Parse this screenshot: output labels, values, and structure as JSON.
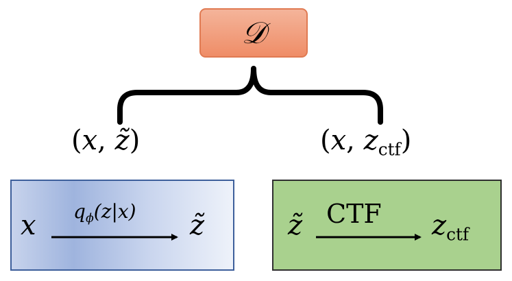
{
  "top_node": {
    "label": "𝒟"
  },
  "pairs": {
    "left": {
      "open": "(",
      "x": "x",
      "sep": ", ",
      "z": "z̃",
      "close": ")"
    },
    "right": {
      "open": "(",
      "x": "x",
      "sep": ", ",
      "z": "z",
      "z_sub": "ctf",
      "close": ")"
    }
  },
  "left_box": {
    "source": "x",
    "arrow_label_q": "q",
    "arrow_label_q_sub": "ϕ",
    "arrow_label_rest": "(z|x)",
    "target": "z̃"
  },
  "right_box": {
    "source": "z̃",
    "arrow_label": "CTF",
    "target": "z",
    "target_sub": "ctf"
  },
  "colors": {
    "top_node_fill": "#ef8d67",
    "left_box_fill": "#9fb4de",
    "left_box_border": "#3d5f9b",
    "right_box_fill": "#a9d18e",
    "right_box_border": "#2f2f2f"
  }
}
